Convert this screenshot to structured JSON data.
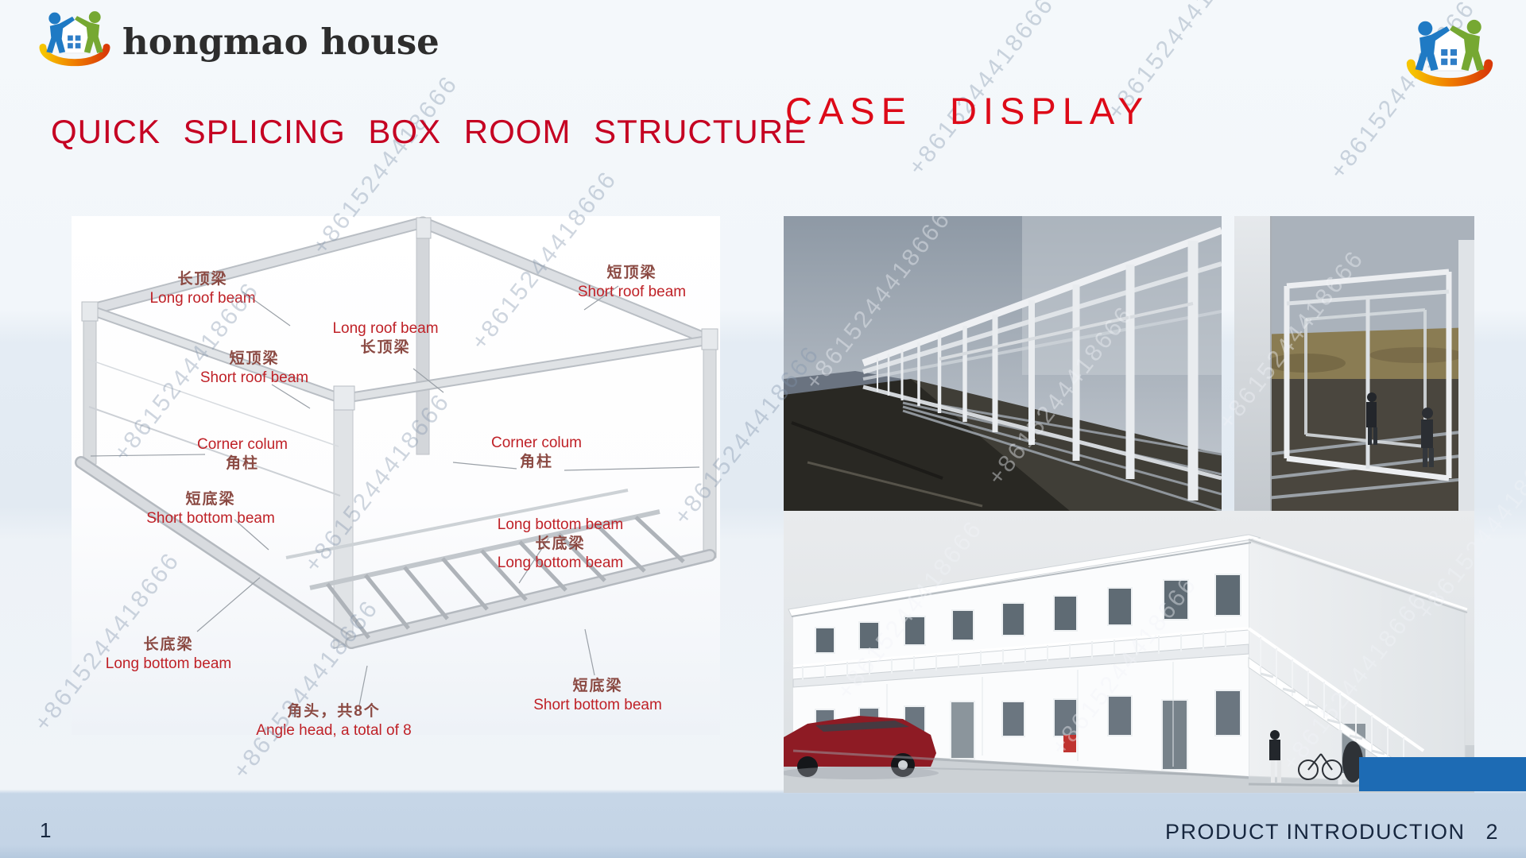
{
  "colors": {
    "title_red": "#c50122",
    "case_red": "#dd0a18",
    "label_red": "#bf2127",
    "label_dark_red": "#8b4a43",
    "footer_navy": "#16263e",
    "bar_blue": "#1d6bb4",
    "strip_blue": "#c5d5e7"
  },
  "branding": {
    "logo_text": "hongmao house"
  },
  "watermark": {
    "text": "+8615244418666"
  },
  "left_slide": {
    "title": "QUICK SPLICING BOX ROOM STRUCTURE",
    "page_number": "1",
    "diagram": {
      "labels": [
        {
          "cn": "长顶梁",
          "en": "Long roof beam"
        },
        {
          "cn": "短顶梁",
          "en": "Short roof beam"
        },
        {
          "en": "Long roof beam",
          "cn": "长顶梁"
        },
        {
          "cn": "短顶梁",
          "en": "Short roof beam"
        },
        {
          "en": "Corner colum",
          "cn": "角柱"
        },
        {
          "en": "Corner colum",
          "cn": "角柱"
        },
        {
          "cn": "短底梁",
          "en": "Short bottom beam"
        },
        {
          "en": "Long bottom beam",
          "cn": "长底梁",
          "en2": "Long bottom beam"
        },
        {
          "cn": "长底梁",
          "en": "Long bottom beam"
        },
        {
          "cn": "角头，共8个",
          "en": "Angle head, a total of 8"
        },
        {
          "cn": "短底梁",
          "en": "Short bottom beam"
        }
      ]
    }
  },
  "right_slide": {
    "title": "CASE DISPLAY",
    "footer_label": "PRODUCT INTRODUCTION",
    "page_number": "2"
  }
}
